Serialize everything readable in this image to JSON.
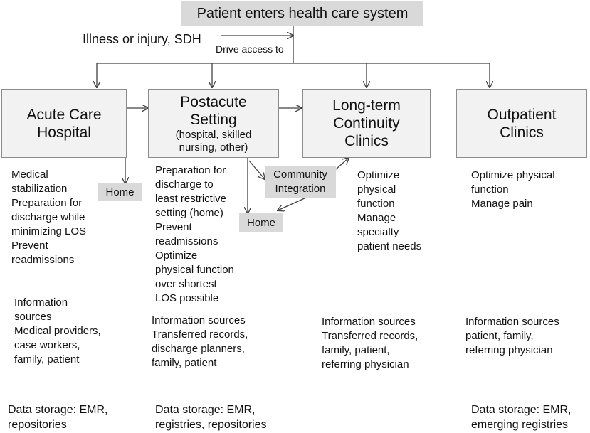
{
  "header": {
    "entry": "Patient enters health care system",
    "illness": "Illness or injury,  SDH",
    "drive": "Drive access to"
  },
  "settings": [
    {
      "title": "Acute Care\nHospital",
      "subtitle": "",
      "goals": "Medical\nstabilization\nPreparation for\ndischarge while\nminimizing LOS\nPrevent\nreadmissions",
      "info": "Information\nsources\nMedical providers,\ncase workers,\nfamily, patient",
      "storage": "Data storage: EMR,\nrepositories"
    },
    {
      "title": "Postacute\nSetting",
      "subtitle": "(hospital, skilled\nnursing, other)",
      "goals": "Preparation for\ndischarge to\nleast restrictive\nsetting (home)\nPrevent\nreadmissions\nOptimize\nphysical function\nover shortest\nLOS possible",
      "info": "Information sources\nTransferred records,\ndischarge planners,\nfamily, patient",
      "storage": "Data storage: EMR,\nregistries, repositories"
    },
    {
      "title": "Long-term\nContinuity\nClinics",
      "subtitle": "",
      "goals": "Optimize\nphysical\nfunction\nManage\nspecialty\npatient needs",
      "info": "Information sources\nTransferred records,\nfamily, patient,\nreferring physician",
      "storage": ""
    },
    {
      "title": "Outpatient\nClinics",
      "subtitle": "",
      "goals": "Optimize physical\nfunction\nManage pain",
      "info": "Information sources\npatient, family,\nreferring physician",
      "storage": "Data storage: EMR,\nemerging  registries"
    }
  ],
  "destinations": {
    "home_1": "Home",
    "home_2": "Home",
    "community": "Community\nIntegration"
  },
  "colors": {
    "box_fill": "#f2f2f2",
    "box_border": "#8c8c8c",
    "label_fill": "#d9d9d9",
    "arrow": "#404040"
  }
}
